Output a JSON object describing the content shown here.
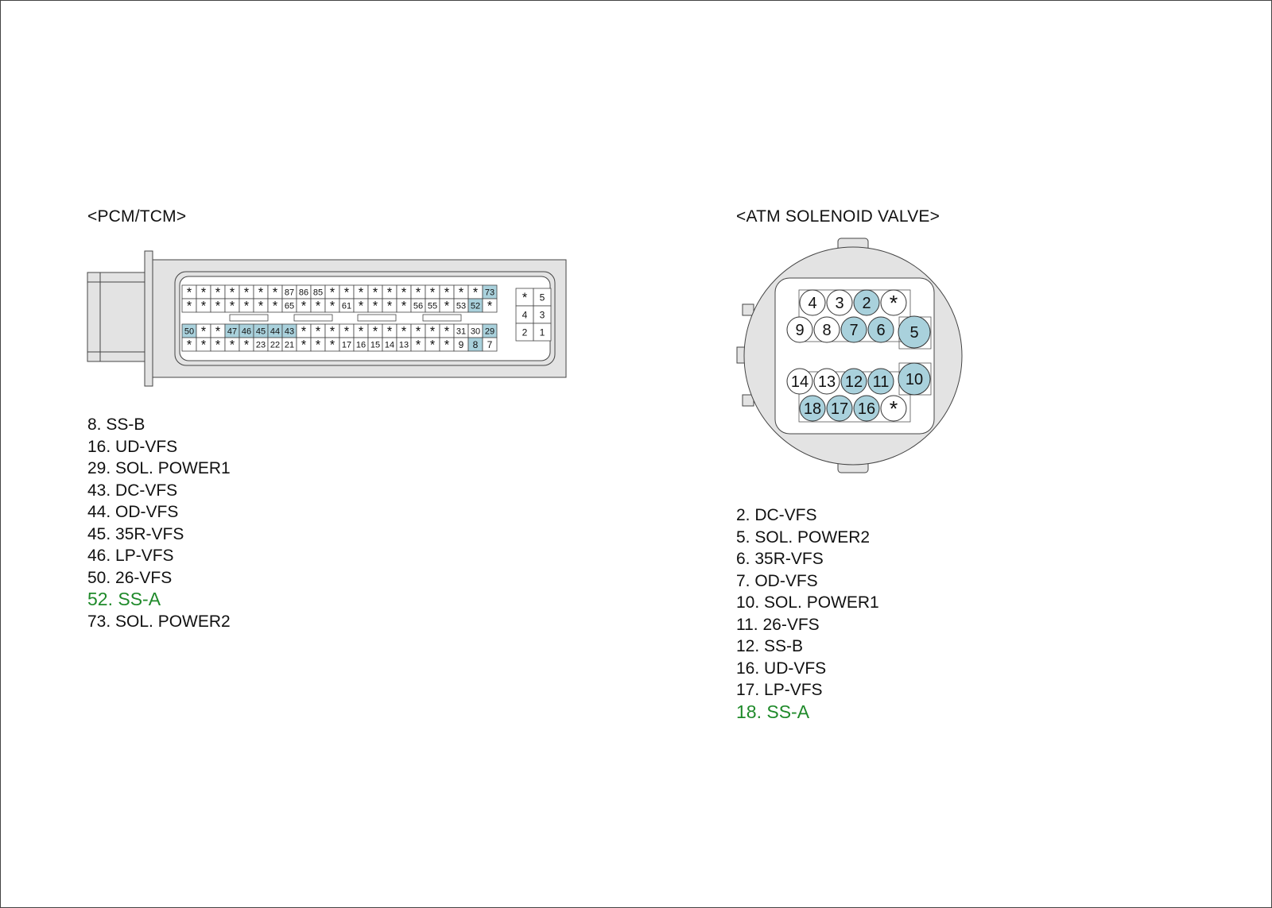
{
  "pcm": {
    "title": "<PCM/TCM>",
    "row1": [
      "*",
      "*",
      "*",
      "*",
      "*",
      "*",
      "*",
      "87",
      "86",
      "85",
      "*",
      "*",
      "*",
      "*",
      "*",
      "*",
      "*",
      "*",
      "*",
      "*",
      "*",
      "73"
    ],
    "row2": [
      "*",
      "*",
      "*",
      "*",
      "*",
      "*",
      "*",
      "65",
      "*",
      "*",
      "*",
      "61",
      "*",
      "*",
      "*",
      "*",
      "56",
      "55",
      "*",
      "53",
      "52",
      "*"
    ],
    "row3": [
      "50",
      "*",
      "*",
      "47",
      "46",
      "45",
      "44",
      "43",
      "*",
      "*",
      "*",
      "*",
      "*",
      "*",
      "*",
      "*",
      "*",
      "*",
      "*",
      "31",
      "30",
      "29"
    ],
    "row4": [
      "*",
      "*",
      "*",
      "*",
      "*",
      "23",
      "22",
      "21",
      "*",
      "*",
      "*",
      "17",
      "16",
      "15",
      "14",
      "13",
      "*",
      "*",
      "*",
      "9",
      "8",
      "7"
    ],
    "aux": [
      [
        "*",
        "5"
      ],
      [
        "4",
        "3"
      ],
      [
        "2",
        "1"
      ]
    ],
    "highlighted": [
      "73",
      "52",
      "50",
      "47",
      "46",
      "45",
      "44",
      "43",
      "29",
      "8"
    ],
    "legend": [
      "8. SS-B",
      "16. UD-VFS",
      "29. SOL. POWER1",
      "43. DC-VFS",
      "44. OD-VFS",
      "45. 35R-VFS",
      "46. LP-VFS",
      "50. 26-VFS",
      "52. SS-A",
      "73. SOL. POWER2"
    ]
  },
  "atm": {
    "title": "<ATM SOLENOID VALVE>",
    "top_row1": [
      "4",
      "3",
      "2",
      "*"
    ],
    "top_row2": [
      "9",
      "8",
      "7",
      "6"
    ],
    "big_upper": "5",
    "big_lower": "10",
    "bottom_row1": [
      "14",
      "13",
      "12",
      "11"
    ],
    "bottom_row2": [
      "18",
      "17",
      "16",
      "*"
    ],
    "highlighted": [
      "2",
      "5",
      "6",
      "7",
      "10",
      "11",
      "12",
      "16",
      "17",
      "18"
    ],
    "legend": [
      "2. DC-VFS",
      "5. SOL. POWER2",
      "6. 35R-VFS",
      "7. OD-VFS",
      "10. SOL. POWER1",
      "11. 26-VFS",
      "12. SS-B",
      "16. UD-VFS",
      "17. LP-VFS",
      "18. SS-A"
    ]
  },
  "colors": {
    "pin_highlight": "#a9d1dc",
    "body_fill": "#e3e3e3",
    "ss_a_text": "#1f8a2a"
  }
}
